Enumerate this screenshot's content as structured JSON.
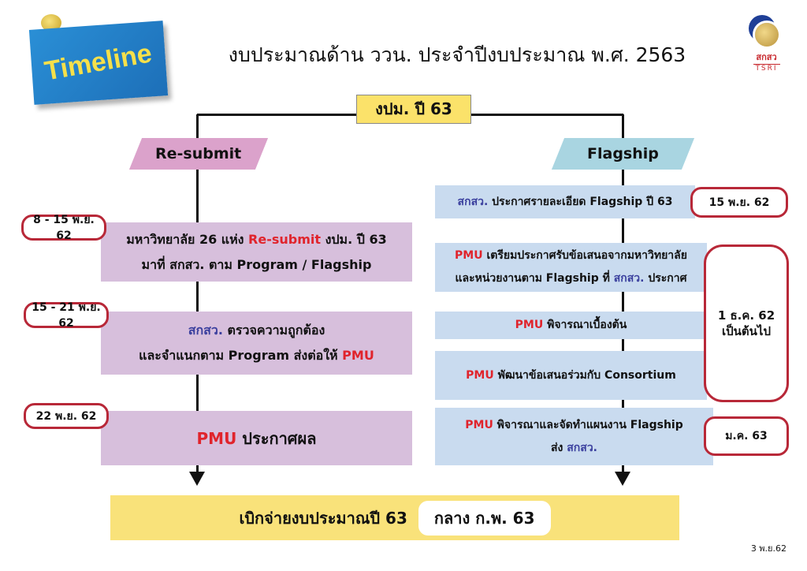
{
  "badge": {
    "label": "Timeline"
  },
  "title": "งบประมาณด้าน ววน. ประจำปีงบประมาณ พ.ศ. 2563",
  "logo": {
    "thai": "สกสว",
    "english": "TSRI"
  },
  "top_node": "งปม. ปี 63",
  "branches": {
    "left": "Re-submit",
    "right": "Flagship"
  },
  "left_steps": [
    {
      "date": "8 - 15 พ.ย. 62",
      "line1_a": "มหาวิทยาลัย 26 แห่ง ",
      "line1_red": "Re-submit",
      "line1_b": " งปม. ปี 63",
      "line2": "มาที่ สกสว. ตาม Program / Flagship"
    },
    {
      "date": "15 - 21 พ.ย. 62",
      "line1_blue": "สกสว.",
      "line1_b": " ตรวจความถูกต้อง",
      "line2_a": "และจำแนกตาม Program ส่งต่อให้ ",
      "line2_red": "PMU"
    },
    {
      "date": "22 พ.ย. 62",
      "red": "PMU",
      "text": " ประกาศผล"
    }
  ],
  "right_steps": [
    {
      "blue": "สกสว.",
      "text": " ประกาศรายละเอียด Flagship ปี 63"
    },
    {
      "red": "PMU",
      "line1": " เตรียมประกาศรับข้อเสนอจากมหาวิทยาลัย",
      "line2_a": "และหน่วยงานตาม Flagship ที่ ",
      "line2_blue": "สกสว.",
      "line2_b": " ประกาศ"
    },
    {
      "red": "PMU",
      "text": " พิจารณาเบื้องต้น"
    },
    {
      "red": "PMU",
      "text": " พัฒนาข้อเสนอร่วมกับ Consortium"
    },
    {
      "red": "PMU",
      "line1": " พิจารณาและจัดทำแผนงาน Flagship",
      "line2_a": "ส่ง ",
      "line2_blue": "สกสว."
    }
  ],
  "right_dates": {
    "d1": "15 พ.ย. 62",
    "d2_line1": "1 ธ.ค. 62",
    "d2_line2": "เป็นต้นไป",
    "d3": "ม.ค. 63"
  },
  "bottom": {
    "text": "เบิกจ่ายงบประมาณปี 63",
    "highlight": "กลาง ก.พ. 63"
  },
  "footer_date": "3 พ.ย.62"
}
